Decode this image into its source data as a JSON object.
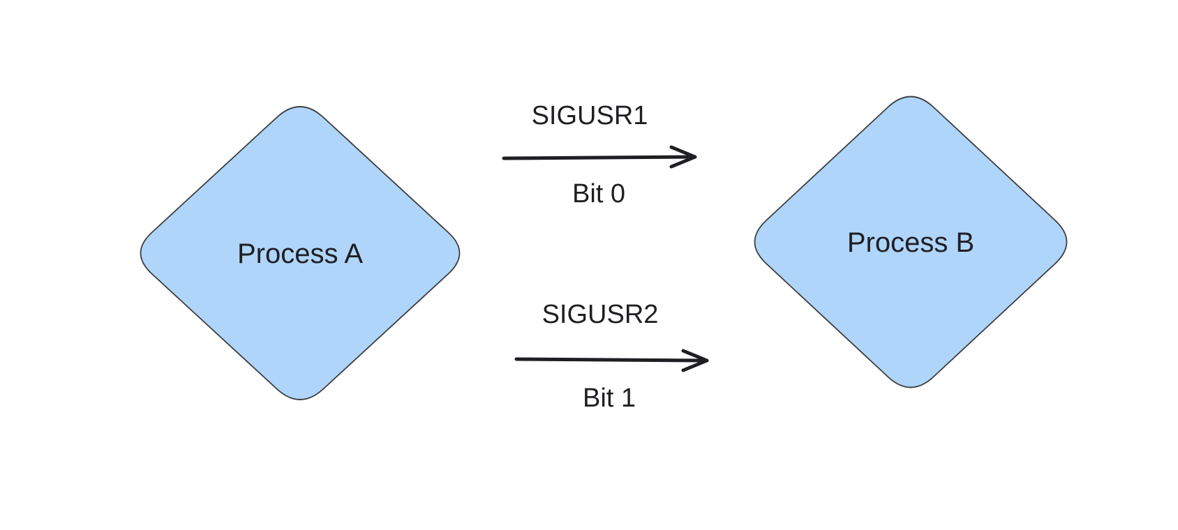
{
  "diagram": {
    "background": "#ffffff",
    "colors": {
      "node_fill": "#afd5fa",
      "node_stroke": "#3d3d3d",
      "label": "#1f1f23",
      "arrow": "#1f1f23"
    },
    "nodes": [
      {
        "id": "process-a",
        "shape": "diamond",
        "label": "Process A"
      },
      {
        "id": "process-b",
        "shape": "diamond",
        "label": "Process B"
      }
    ],
    "edges": [
      {
        "id": "edge-sigusr1",
        "from": "process-a",
        "to": "process-b",
        "direction": "right",
        "signal_label": "SIGUSR1",
        "bit_label": "Bit 0"
      },
      {
        "id": "edge-sigusr2",
        "from": "process-a",
        "to": "process-b",
        "direction": "right",
        "signal_label": "SIGUSR2",
        "bit_label": "Bit 1"
      }
    ]
  }
}
